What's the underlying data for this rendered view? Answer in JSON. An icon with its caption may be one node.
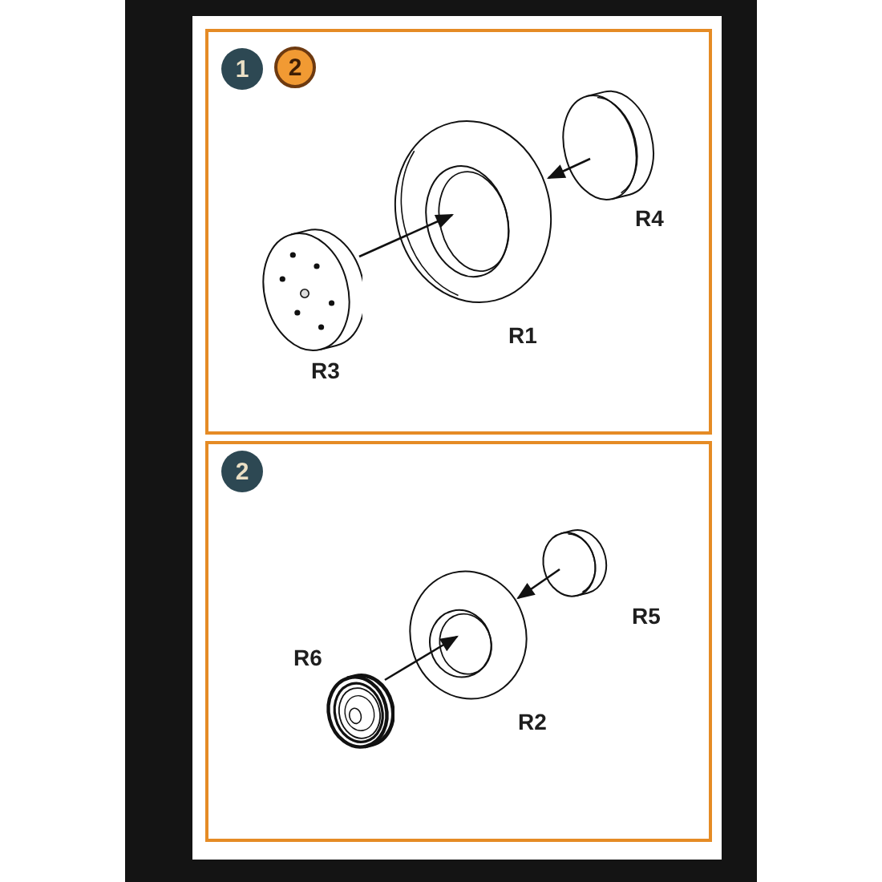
{
  "diagram": {
    "nodes": [
      {
        "text": [],
        "shape": "box"
      },
      {
        "text": [
          "1"
        ],
        "in": 0
      },
      {
        "text": [
          "2"
        ],
        "in": 0
      },
      {
        "text": [],
        "shape": "picture",
        "beside": [
          "R4"
        ],
        "in": 0
      },
      {
        "text": [],
        "shape": "picture",
        "beside": [
          "R1"
        ],
        "in": 0
      },
      {
        "text": [],
        "shape": "picture",
        "beside": [
          "R3"
        ],
        "in": 0
      },
      {
        "text": [],
        "shape": "box"
      },
      {
        "text": [
          "2"
        ],
        "in": 6
      },
      {
        "text": [],
        "shape": "picture",
        "beside": [
          "R5"
        ],
        "in": 6
      },
      {
        "text": [],
        "shape": "picture",
        "beside": [
          "R2"
        ],
        "in": 6
      },
      {
        "text": [],
        "shape": "picture",
        "beside": [
          "R6"
        ],
        "in": 6
      }
    ],
    "edges": [
      {
        "from": 5,
        "to": 4,
        "arrow": "to"
      },
      {
        "from": 3,
        "to": 4,
        "arrow": "to"
      },
      {
        "from": 10,
        "to": 9,
        "arrow": "to"
      },
      {
        "from": 8,
        "to": 9,
        "arrow": "to"
      }
    ]
  }
}
